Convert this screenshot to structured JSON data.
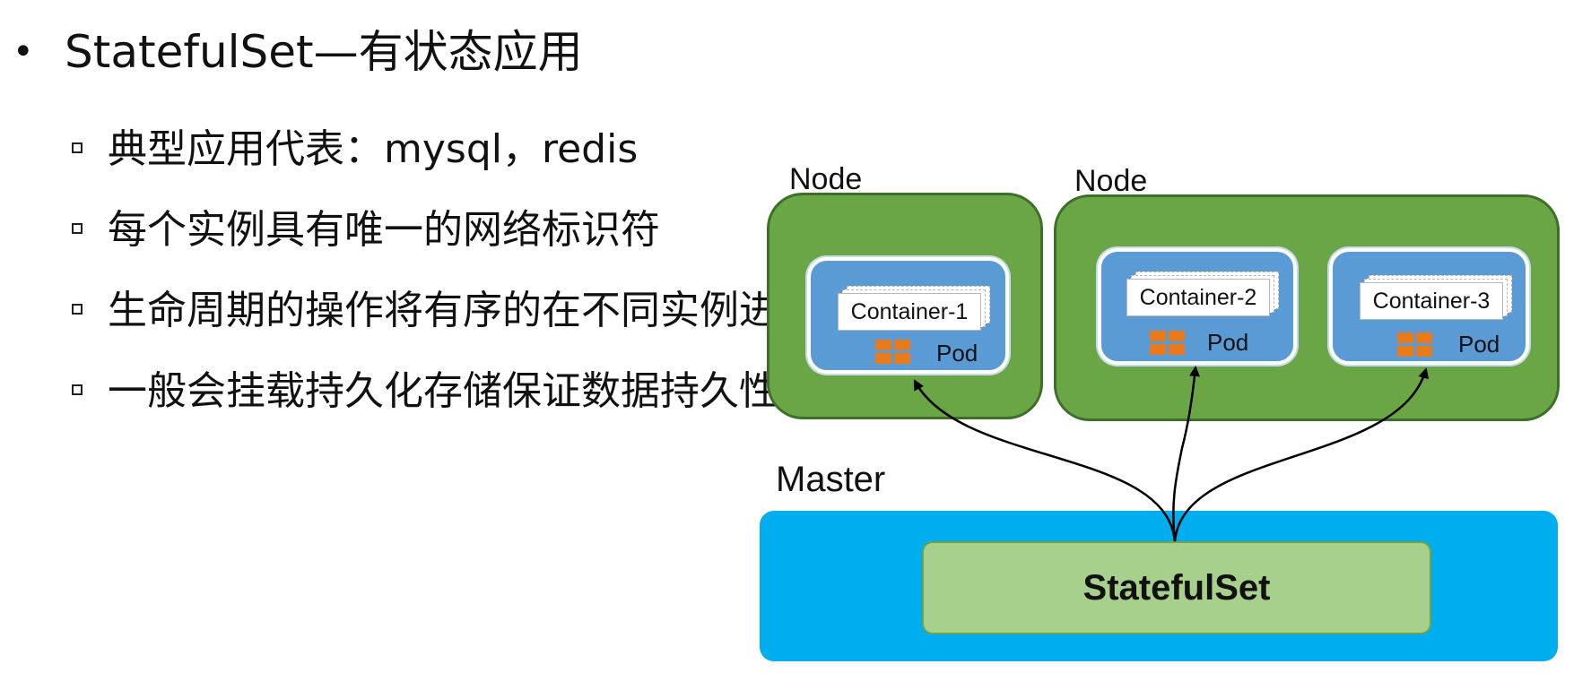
{
  "title": "StatefulSet—有状态应用",
  "bullets": [
    "典型应用代表：mysql，redis",
    "每个实例具有唯一的网络标识符",
    "生命周期的操作将有序的在不同实例进行",
    "一般会挂载持久化存储保证数据持久性"
  ],
  "diagram": {
    "nodes": [
      {
        "label": "Node"
      },
      {
        "label": "Node"
      }
    ],
    "pods": [
      {
        "container": "Container-1",
        "label": "Pod"
      },
      {
        "container": "Container-2",
        "label": "Pod"
      },
      {
        "container": "Container-3",
        "label": "Pod"
      }
    ],
    "master_label": "Master",
    "controller_label": "StatefulSet",
    "colors": {
      "node_fill": "#6aa646",
      "pod_fill": "#5b9bd5",
      "master_fill": "#00aeef",
      "controller_fill": "#a8d08d",
      "pod_icon": "#e97a1b"
    }
  }
}
